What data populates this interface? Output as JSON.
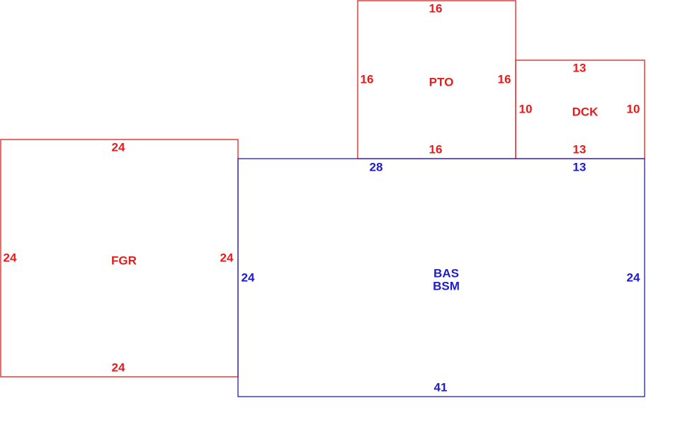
{
  "colors": {
    "red": "#e41c1c",
    "blue": "#1c1cc8"
  },
  "areas": {
    "fgr": {
      "label": "FGR",
      "top": "24",
      "left": "24",
      "right": "24",
      "bottom": "24"
    },
    "pto": {
      "label": "PTO",
      "top": "16",
      "left": "16",
      "right": "16",
      "bottom": "16"
    },
    "dck": {
      "label": "DCK",
      "top": "13",
      "left": "10",
      "right": "10",
      "bottom": "13"
    },
    "bas": {
      "label": "BAS",
      "label2": "BSM",
      "top_left": "28",
      "top_right": "13",
      "left": "24",
      "right": "24",
      "bottom": "41"
    }
  }
}
